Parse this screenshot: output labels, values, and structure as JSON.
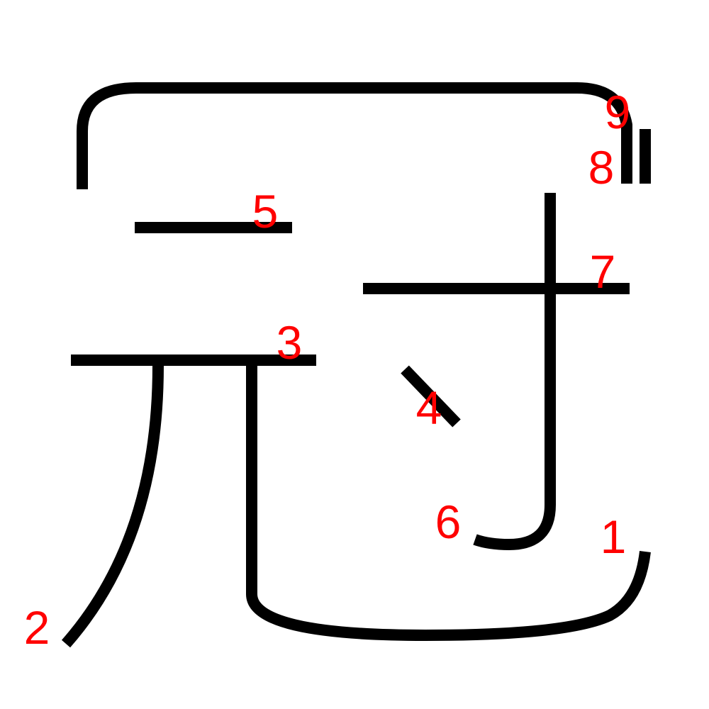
{
  "character": "冠",
  "colors": {
    "stroke": "#000000",
    "label": "#ff0000",
    "background": "#ffffff"
  },
  "strokes": [
    {
      "order": "1",
      "label": "1"
    },
    {
      "order": "2",
      "label": "2"
    },
    {
      "order": "3",
      "label": "3"
    },
    {
      "order": "4",
      "label": "4"
    },
    {
      "order": "5",
      "label": "5"
    },
    {
      "order": "6",
      "label": "6"
    },
    {
      "order": "7",
      "label": "7"
    },
    {
      "order": "8",
      "label": "8"
    },
    {
      "order": "9",
      "label": "9"
    }
  ]
}
